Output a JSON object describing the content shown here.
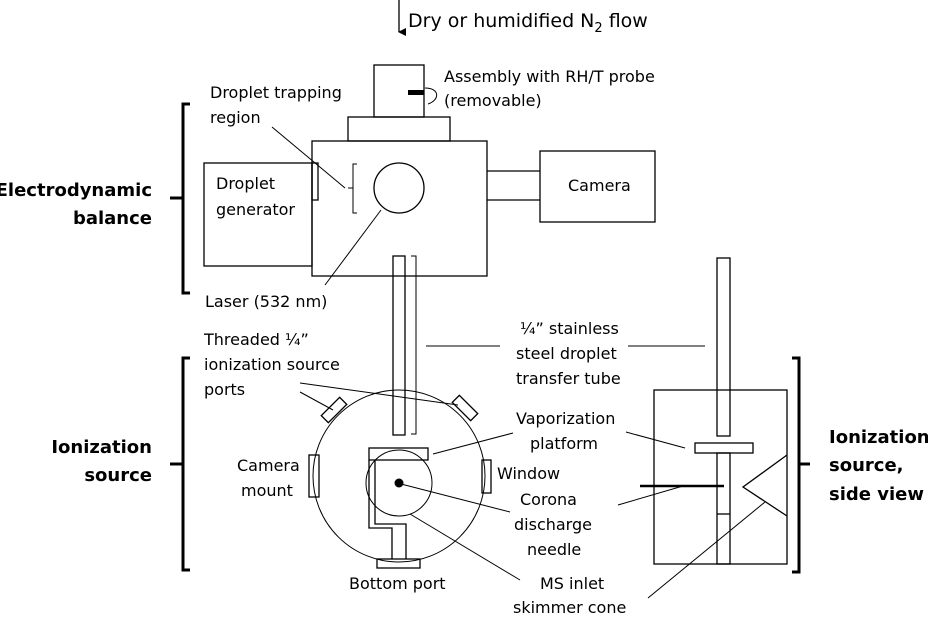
{
  "flow_label": {
    "main": "Dry or humidified N",
    "sub": "2",
    "tail": " flow"
  },
  "assembly": {
    "line1": "Assembly with RH/T probe",
    "line2": "(removable)"
  },
  "trapping": {
    "line1": "Droplet trapping",
    "line2": "region"
  },
  "generator": {
    "line1": "Droplet",
    "line2": "generator"
  },
  "camera": "Camera",
  "laser": "Laser (532 nm)",
  "edb": {
    "line1": "Electrodynamic",
    "line2": "balance"
  },
  "ports": {
    "line1": "Threaded ¼”",
    "line2": "ionization source",
    "line3": "ports"
  },
  "tube": {
    "line1": "¼” stainless",
    "line2": "steel droplet",
    "line3": "transfer tube"
  },
  "ion_source": {
    "line1": "Ionization",
    "line2": "source"
  },
  "camera_mount": {
    "line1": "Camera",
    "line2": "mount"
  },
  "vaporization": {
    "line1": "Vaporization",
    "line2": "platform"
  },
  "window": "Window",
  "corona": {
    "line1": "Corona",
    "line2": "discharge",
    "line3": "needle"
  },
  "bottom_port": "Bottom port",
  "ms_inlet": {
    "line1": "MS inlet",
    "line2": "skimmer cone"
  },
  "side_view": {
    "line1": "Ionization",
    "line2": "source,",
    "line3": "side view"
  }
}
